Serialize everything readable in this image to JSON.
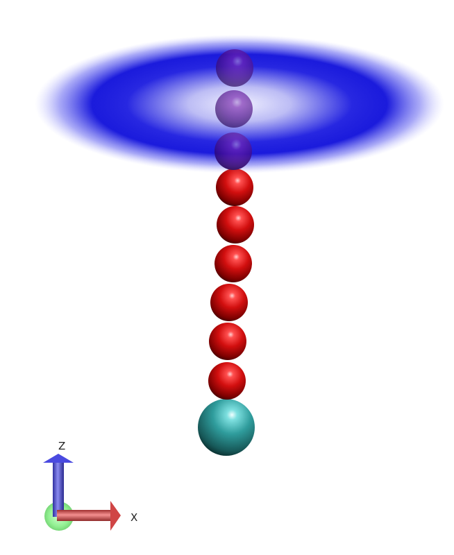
{
  "scene": {
    "background": "#ffffff",
    "chain_bead_color": "#d01010",
    "terminal_bead_color": "#2f9c9c",
    "membrane_color": "#0000d8",
    "bead_count": 10,
    "embedded_bead_count": 3
  },
  "axes": {
    "z_label": "Z",
    "x_label": "X",
    "z_color": "#4a4ae0",
    "x_color": "#e05050",
    "y_marker_color": "#80ee80"
  }
}
